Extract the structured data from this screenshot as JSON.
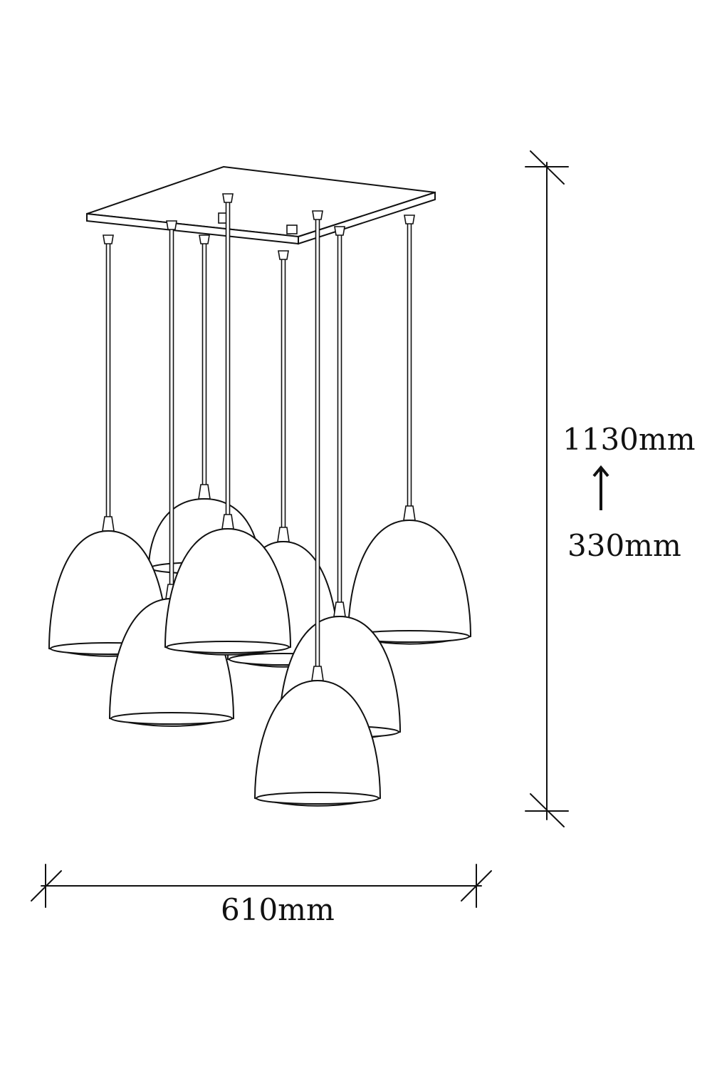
{
  "dimensions": {
    "height_max": "1130mm",
    "height_min": "330mm",
    "width": "610mm"
  },
  "colors": {
    "line": "#111111",
    "background": "#ffffff"
  },
  "icons": {
    "adjust_arrow": "arrow-up-icon"
  }
}
